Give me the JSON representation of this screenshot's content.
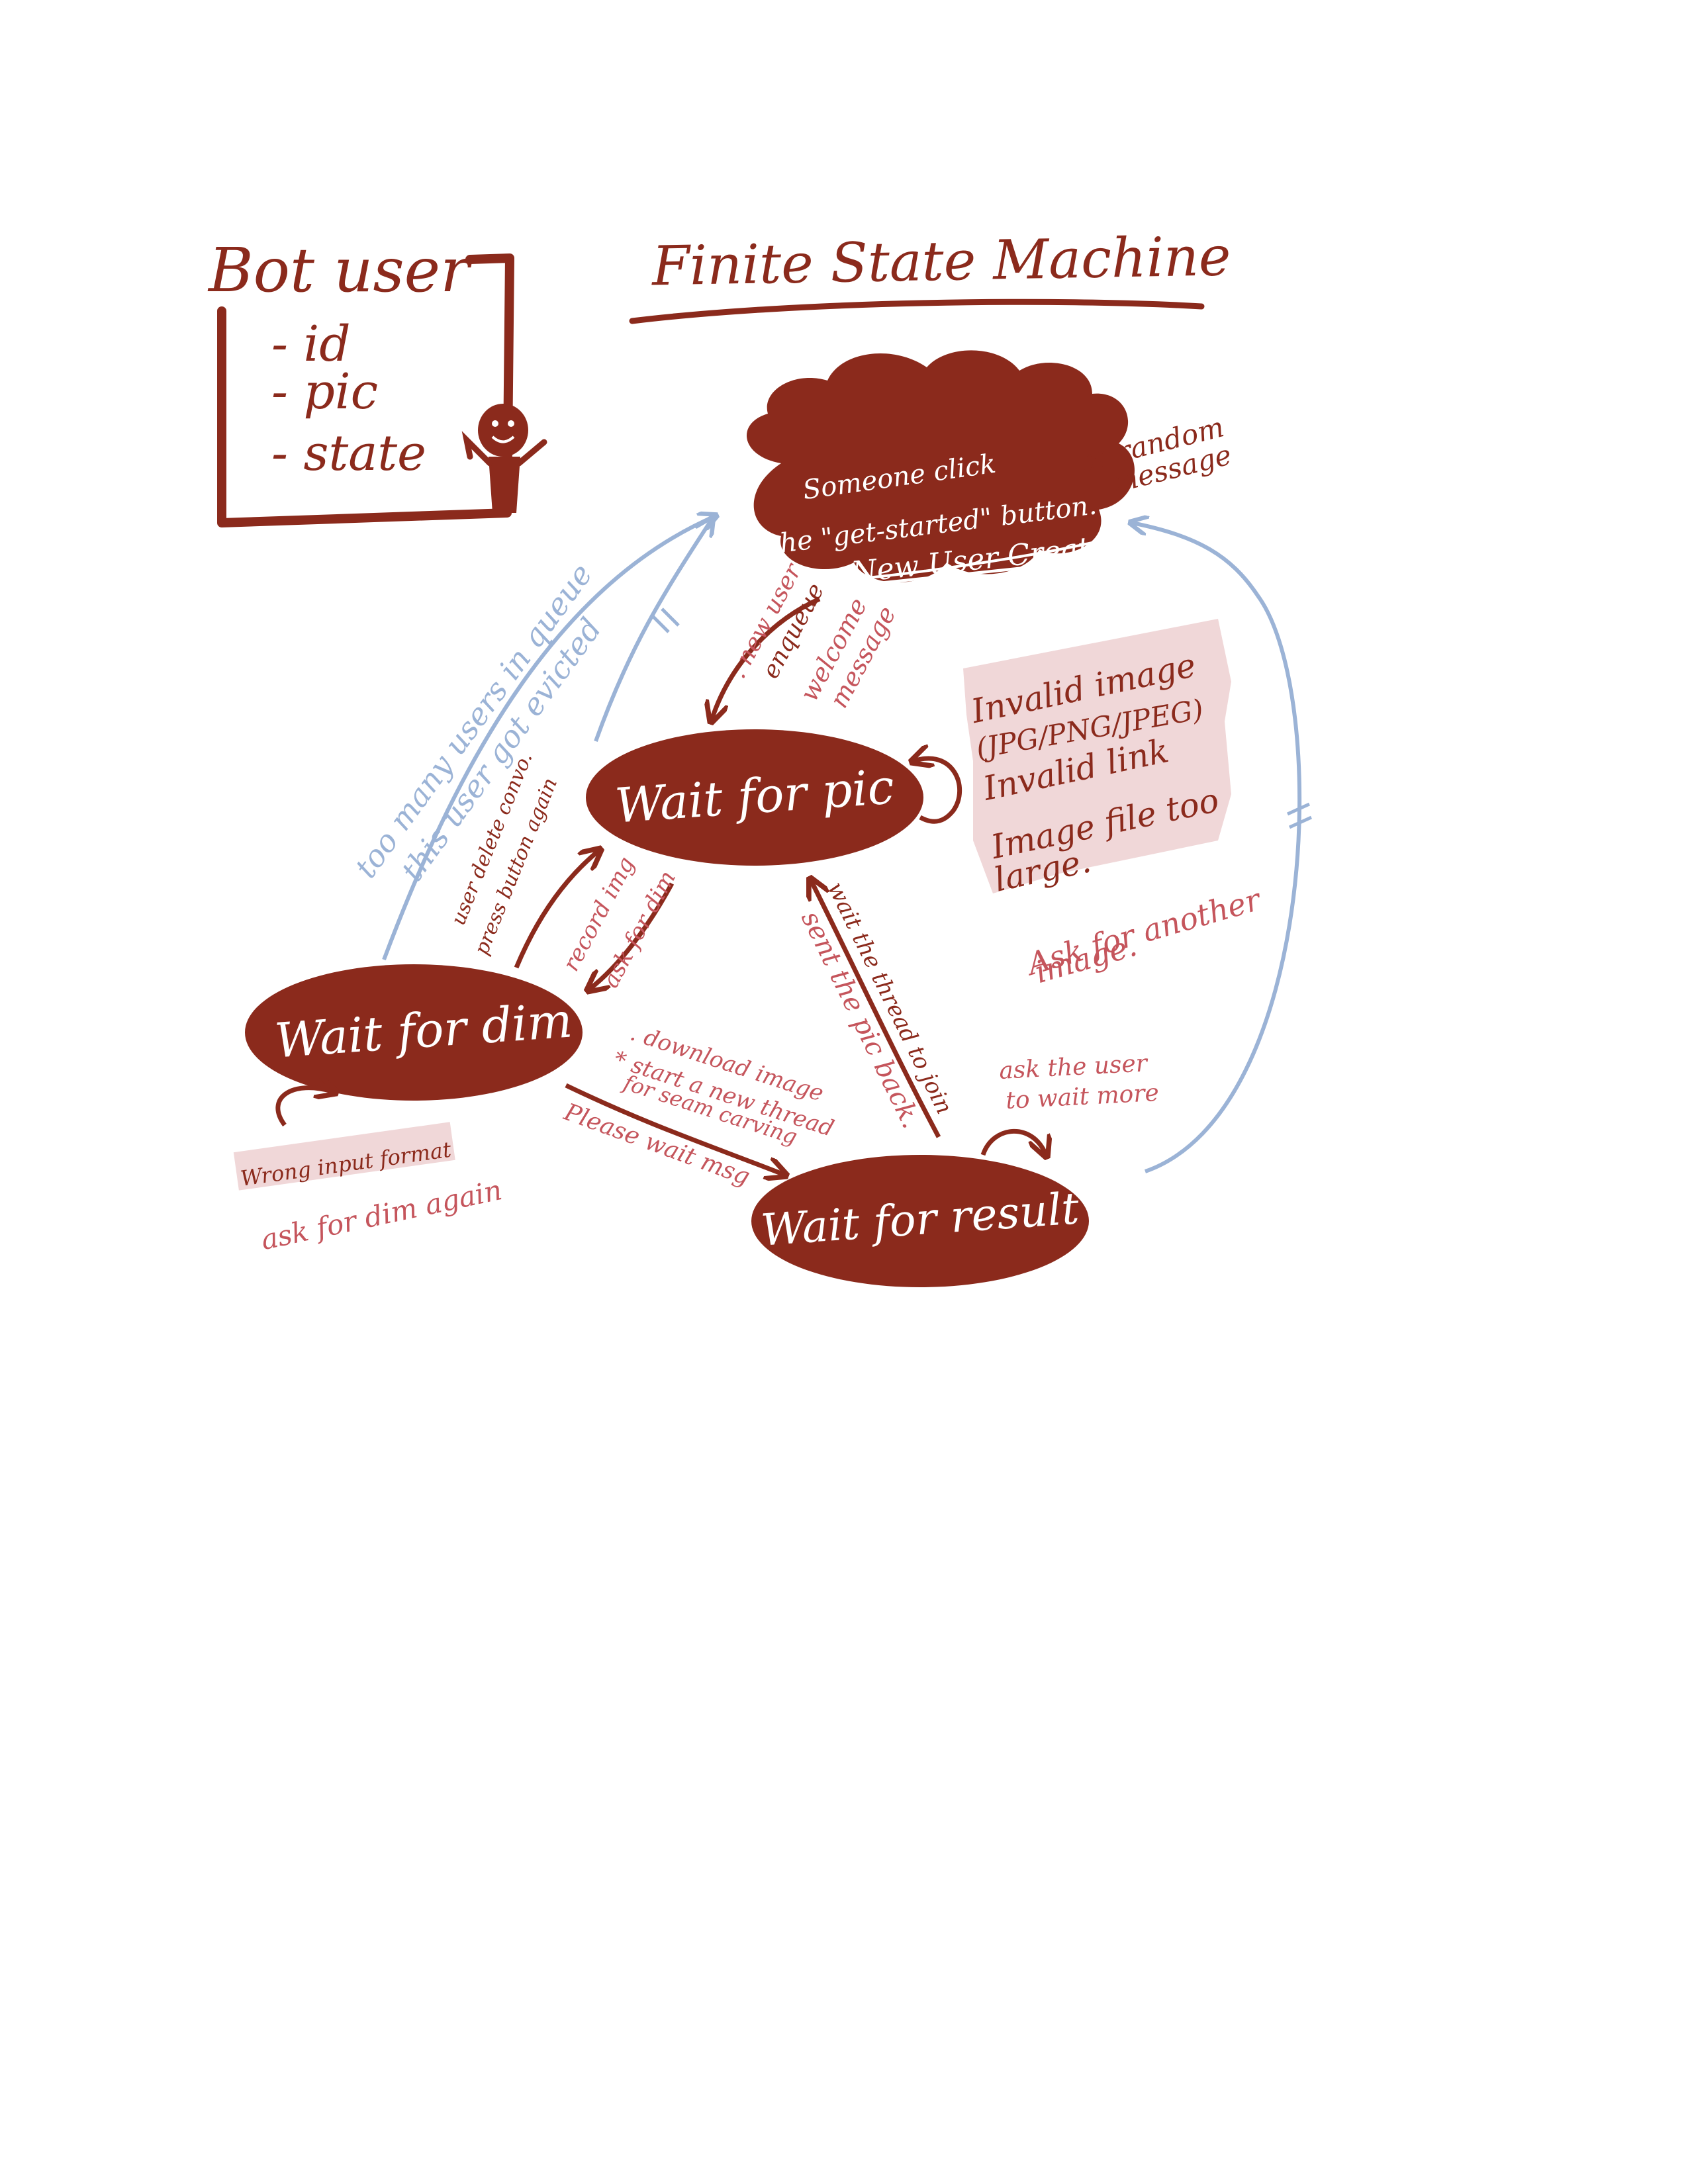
{
  "colors": {
    "dark_red": "#8b2a1c",
    "light_red": "#c5555c",
    "blue": "#9bb3d6",
    "highlight": "#f0d7d8",
    "white": "#ffffff"
  },
  "title": "Finite State Machine",
  "bot_user": {
    "heading": "Bot user",
    "fields": [
      "- id",
      "- pic",
      "- state"
    ]
  },
  "start_cloud": {
    "line1": "Someone click",
    "line2": "the \"get-started\" button.",
    "line3": "New User Created.",
    "side_note_line1": "or random",
    "side_note_line2": "message"
  },
  "states": {
    "wait_for_pic": "Wait for pic",
    "wait_for_dim": "Wait for dim",
    "wait_for_result": "Wait for result"
  },
  "transitions": {
    "cloud_to_pic_a": ". new user",
    "cloud_to_pic_b": "enqueue",
    "cloud_to_pic_c": "welcome",
    "cloud_to_pic_d": "message",
    "evict_line1": "too many users in queue",
    "evict_line2": "this user got evicted",
    "dim_to_pic_a": "user delete convo.",
    "dim_to_pic_b": "press button again",
    "pic_to_dim_a": "record img",
    "pic_to_dim_b": "ask for dim",
    "dim_to_result_a": ". download image",
    "dim_to_result_b": "* start a new thread",
    "dim_to_result_c": "for seam carving",
    "dim_to_result_d": "Please wait msg",
    "result_to_pic_a": "wait the thread to join",
    "result_to_pic_b": "sent the pic back.",
    "result_self_a": "ask the user",
    "result_self_b": "to wait more",
    "dim_self_a": "Wrong input format",
    "dim_self_b": "ask for dim again",
    "pic_self_a": "Invalid image",
    "pic_self_b": "(JPG/PNG/JPEG)",
    "pic_self_c": "Invalid link",
    "pic_self_d": "Image file too",
    "pic_self_e": "large.",
    "pic_self_f": "Ask for another",
    "pic_self_g": "image."
  }
}
